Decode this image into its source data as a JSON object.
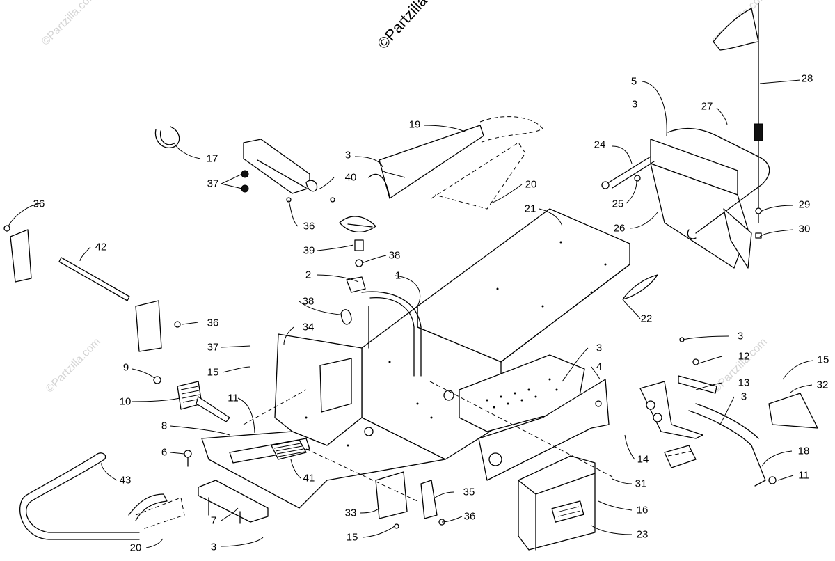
{
  "watermarks": {
    "main": "©Partzilla.com",
    "faint": "©Partzilla.com"
  },
  "callouts": [
    {
      "id": "c1",
      "label": "1"
    },
    {
      "id": "c2",
      "label": "2"
    },
    {
      "id": "c3a",
      "label": "3"
    },
    {
      "id": "c3b",
      "label": "3"
    },
    {
      "id": "c3c",
      "label": "3"
    },
    {
      "id": "c3d",
      "label": "3"
    },
    {
      "id": "c3e",
      "label": "3"
    },
    {
      "id": "c3f",
      "label": "3"
    },
    {
      "id": "c4",
      "label": "4"
    },
    {
      "id": "c5",
      "label": "5"
    },
    {
      "id": "c6",
      "label": "6"
    },
    {
      "id": "c7",
      "label": "7"
    },
    {
      "id": "c8",
      "label": "8"
    },
    {
      "id": "c9",
      "label": "9"
    },
    {
      "id": "c10",
      "label": "10"
    },
    {
      "id": "c11a",
      "label": "11"
    },
    {
      "id": "c11b",
      "label": "11"
    },
    {
      "id": "c12",
      "label": "12"
    },
    {
      "id": "c13",
      "label": "13"
    },
    {
      "id": "c14",
      "label": "14"
    },
    {
      "id": "c15a",
      "label": "15"
    },
    {
      "id": "c15b",
      "label": "15"
    },
    {
      "id": "c15c",
      "label": "15"
    },
    {
      "id": "c16",
      "label": "16"
    },
    {
      "id": "c17",
      "label": "17"
    },
    {
      "id": "c18",
      "label": "18"
    },
    {
      "id": "c19",
      "label": "19"
    },
    {
      "id": "c20a",
      "label": "20"
    },
    {
      "id": "c20b",
      "label": "20"
    },
    {
      "id": "c21",
      "label": "21"
    },
    {
      "id": "c22",
      "label": "22"
    },
    {
      "id": "c23",
      "label": "23"
    },
    {
      "id": "c24",
      "label": "24"
    },
    {
      "id": "c25",
      "label": "25"
    },
    {
      "id": "c26",
      "label": "26"
    },
    {
      "id": "c27",
      "label": "27"
    },
    {
      "id": "c28",
      "label": "28"
    },
    {
      "id": "c29",
      "label": "29"
    },
    {
      "id": "c30",
      "label": "30"
    },
    {
      "id": "c31",
      "label": "31"
    },
    {
      "id": "c32",
      "label": "32"
    },
    {
      "id": "c33",
      "label": "33"
    },
    {
      "id": "c34",
      "label": "34"
    },
    {
      "id": "c35",
      "label": "35"
    },
    {
      "id": "c36a",
      "label": "36"
    },
    {
      "id": "c36b",
      "label": "36"
    },
    {
      "id": "c36c",
      "label": "36"
    },
    {
      "id": "c36d",
      "label": "36"
    },
    {
      "id": "c37a",
      "label": "37"
    },
    {
      "id": "c37b",
      "label": "37"
    },
    {
      "id": "c38a",
      "label": "38"
    },
    {
      "id": "c38b",
      "label": "38"
    },
    {
      "id": "c39",
      "label": "39"
    },
    {
      "id": "c40",
      "label": "40"
    },
    {
      "id": "c41",
      "label": "41"
    },
    {
      "id": "c42",
      "label": "42"
    },
    {
      "id": "c43",
      "label": "43"
    }
  ]
}
